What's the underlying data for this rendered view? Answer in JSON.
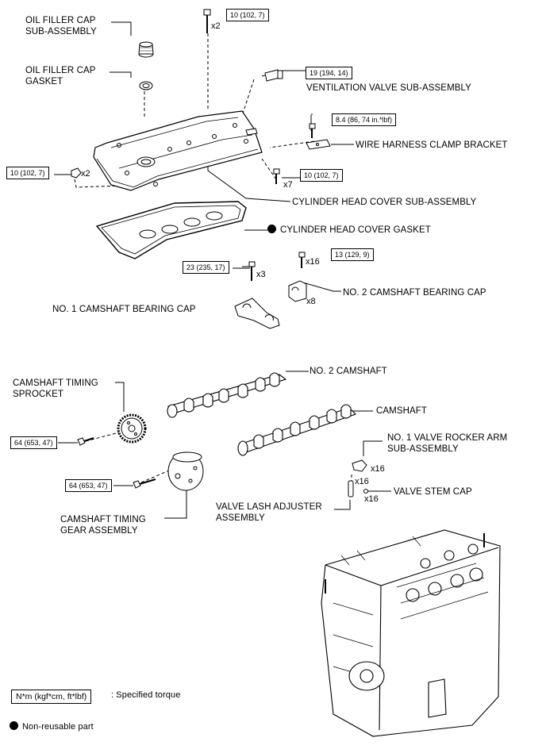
{
  "parts": {
    "oil_filler_cap": "OIL FILLER CAP\nSUB-ASSEMBLY",
    "oil_filler_cap_gasket": "OIL FILLER CAP\nGASKET",
    "ventilation_valve": "VENTILATION VALVE SUB-ASSEMBLY",
    "wire_harness_clamp_bracket": "WIRE HARNESS CLAMP BRACKET",
    "cylinder_head_cover": "CYLINDER HEAD COVER SUB-ASSEMBLY",
    "cylinder_head_cover_gasket": "CYLINDER HEAD COVER GASKET",
    "no2_camshaft_bearing_cap": "NO. 2 CAMSHAFT BEARING CAP",
    "no1_camshaft_bearing_cap": "NO. 1 CAMSHAFT BEARING CAP",
    "no2_camshaft": "NO. 2 CAMSHAFT",
    "camshaft_timing_sprocket": "CAMSHAFT TIMING\nSPROCKET",
    "camshaft": "CAMSHAFT",
    "no1_valve_rocker_arm": "NO. 1 VALVE ROCKER ARM\nSUB-ASSEMBLY",
    "valve_stem_cap": "VALVE STEM CAP",
    "valve_lash_adjuster": "VALVE LASH ADJUSTER\nASSEMBLY",
    "camshaft_timing_gear": "CAMSHAFT TIMING\nGEAR ASSEMBLY"
  },
  "torques": {
    "cover_top_bolt": "10 (102, 7)",
    "ventilation_valve": "19 (194, 14)",
    "clamp_bracket_bolt": "8.4 (86, 74 in.*lbf)",
    "cover_left_nut": "10 (102, 7)",
    "cover_right_bolt": "10 (102, 7)",
    "no2_bearing_cap_bolt": "13 (129, 9)",
    "no1_bearing_cap_bolt": "23 (235, 17)",
    "sprocket_bolt": "64 (653, 47)",
    "timing_gear_bolt": "64 (653, 47)"
  },
  "quantities": {
    "cover_top_bolt": "x2",
    "cover_left_nut": "x2",
    "cover_right_bolt": "x7",
    "no2_bearing_cap_bolt": "x16",
    "no2_bearing_cap": "x8",
    "no1_bearing_cap_bolt": "x3",
    "rocker_arm": "x16",
    "lash_adjuster": "x16",
    "valve_stem_cap": "x16"
  },
  "legend": {
    "torque_unit": "N*m (kgf*cm, ft*lbf)",
    "torque_desc": ": Specified torque",
    "non_reusable": "Non-reusable part"
  },
  "colors": {
    "ink": "#000000",
    "background": "#ffffff"
  }
}
